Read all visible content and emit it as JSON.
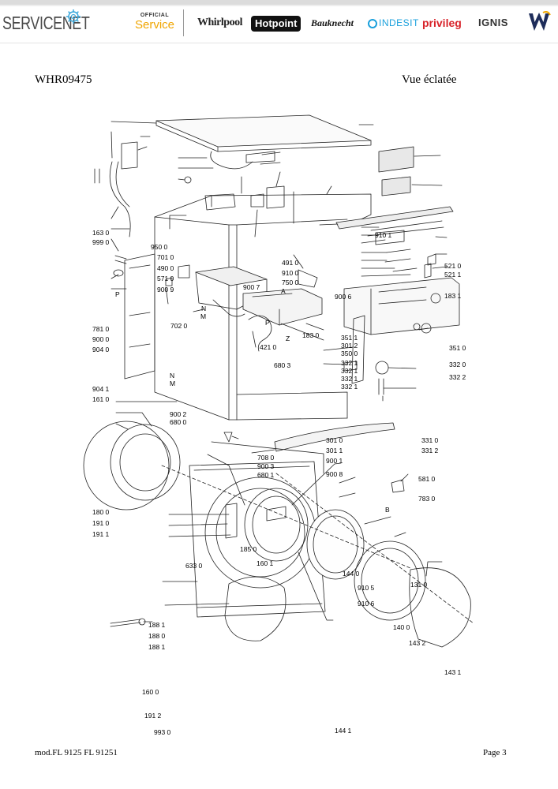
{
  "header": {
    "servicenet_logo": "SERVICENET",
    "official_line1": "OFFICIAL",
    "official_line2": "Service",
    "brands": [
      "Whirlpool",
      "Hotpoint",
      "Bauknecht",
      "INDESIT",
      "privileg",
      "IGNIS"
    ]
  },
  "document": {
    "model_code": "WHR09475",
    "view_title": "Vue éclatée",
    "footer_model": "mod.FL 9125 FL 91251",
    "page": "Page 3"
  },
  "diagram": {
    "callouts": [
      "163 0",
      "999 0",
      "950 0",
      "701 0",
      "490 0",
      "571 0",
      "900 9",
      "781 0",
      "900 0",
      "904 0",
      "904 1",
      "161 0",
      "702 0",
      "900 2",
      "680 0",
      "491 0",
      "910 0",
      "900 7",
      "750 0",
      "421 0",
      "910 1",
      "521 0",
      "521 1",
      "183 1",
      "900 6",
      "183 0",
      "351 1",
      "301 2",
      "350 0",
      "332 1",
      "332 1",
      "332 1",
      "332 1",
      "351 0",
      "332 0",
      "332 2",
      "680 3",
      "301 0",
      "301 1",
      "900 1",
      "708 0",
      "900 3",
      "680 1",
      "900 8",
      "331 0",
      "331 2",
      "581 0",
      "783 0",
      "180 0",
      "191 0",
      "191 1",
      "185 0",
      "160 1",
      "633 0",
      "144 0",
      "910 5",
      "910 6",
      "131 0",
      "188 1",
      "188 0",
      "188 1",
      "140 0",
      "143 2",
      "143 1",
      "160 0",
      "191 2",
      "993 0",
      "144 1"
    ],
    "letters": [
      "P",
      "N",
      "M",
      "A",
      "P",
      "Z",
      "N",
      "M",
      "B"
    ]
  }
}
